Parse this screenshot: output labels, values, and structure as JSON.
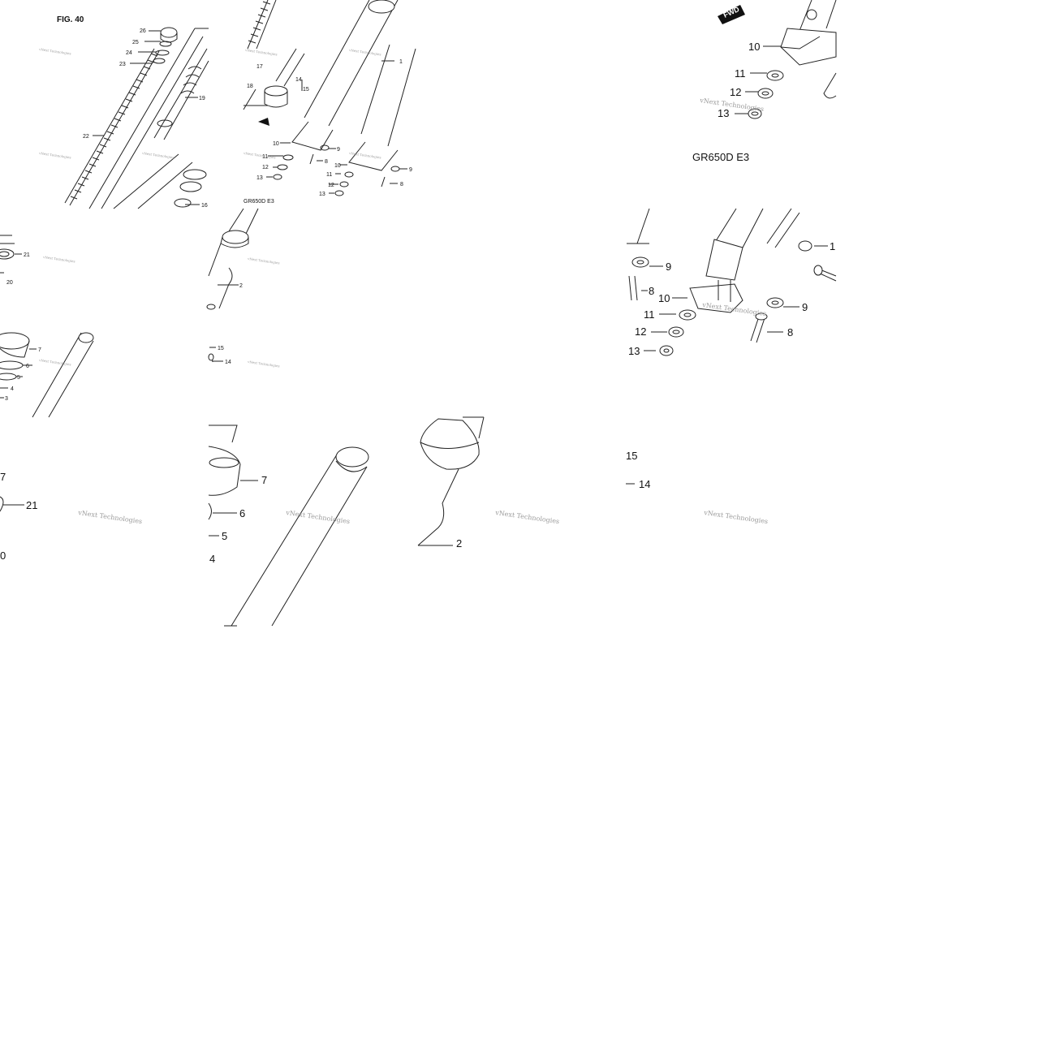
{
  "figure_label": "FIG. 40",
  "model_code": "GR650D E3",
  "watermark": "vNext Technologies",
  "direction_arrow": "FWD",
  "tiles": [
    {
      "name": "tile-overview-left",
      "part_numbers": [
        "26",
        "25",
        "24",
        "23",
        "22",
        "19",
        "16"
      ],
      "watermarks": 3
    },
    {
      "name": "tile-overview-right",
      "part_numbers": [
        "17",
        "18",
        "14",
        "15",
        "1",
        "10",
        "9",
        "8",
        "11",
        "12",
        "13",
        "10",
        "11",
        "9",
        "12",
        "8",
        "13"
      ],
      "caption": "GR650D E3"
    },
    {
      "name": "tile-zoom-top-right",
      "part_numbers": [
        "10",
        "11",
        "12",
        "13"
      ],
      "caption": "GR650D E3"
    },
    {
      "name": "tile-left-middle",
      "part_numbers": [
        "21",
        "20",
        "7",
        "6",
        "5",
        "4",
        "3"
      ]
    },
    {
      "name": "tile-center-middle",
      "part_numbers": [
        "2",
        "15",
        "14"
      ]
    },
    {
      "name": "tile-right-middle",
      "part_numbers": [
        "9",
        "8",
        "10",
        "11",
        "12",
        "13",
        "9",
        "8",
        "1"
      ]
    },
    {
      "name": "tile-bottom-left",
      "part_numbers": [
        "7",
        "21",
        "0"
      ]
    },
    {
      "name": "tile-bottom-center-left",
      "part_numbers": [
        "7",
        "6",
        "5",
        "4"
      ]
    },
    {
      "name": "tile-bottom-center-right",
      "part_numbers": [
        "2"
      ]
    },
    {
      "name": "tile-bottom-right",
      "part_numbers": [
        "15",
        "14"
      ]
    }
  ]
}
